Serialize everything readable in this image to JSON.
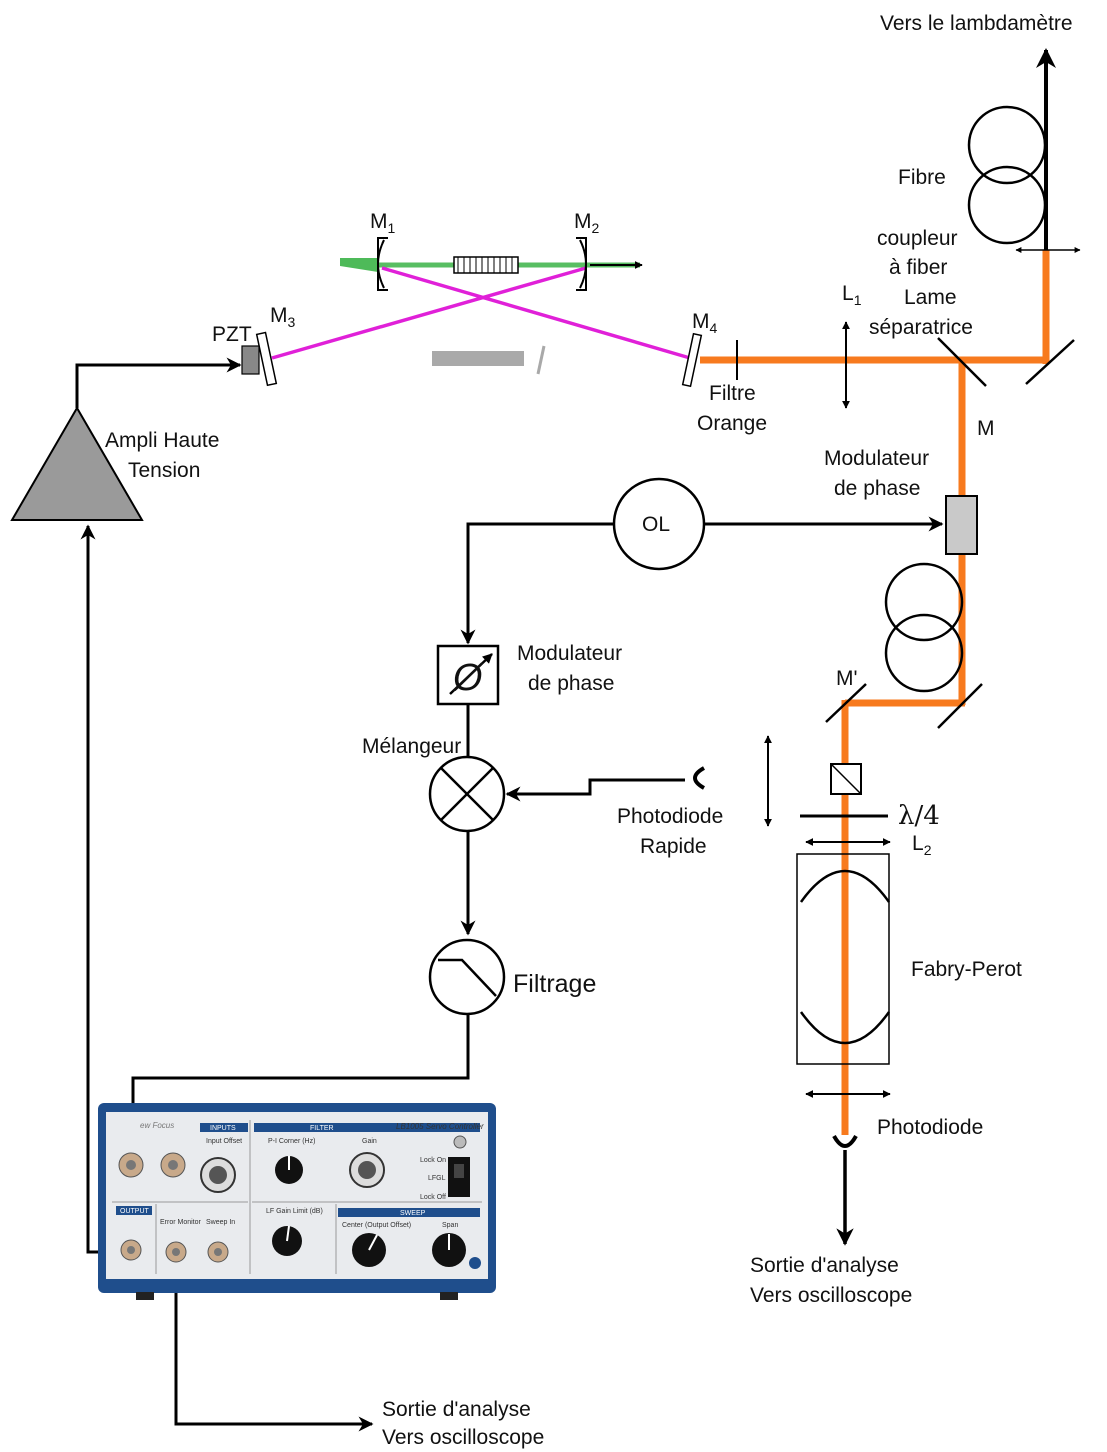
{
  "labels": {
    "lambdametre": "Vers le lambdamètre",
    "fibre": "Fibre",
    "coupleur_1": "coupleur",
    "coupleur_2": "à fiber",
    "l1_main": "L",
    "l1_sub": "1",
    "lame_1": "Lame",
    "lame_2": "séparatrice",
    "m1_main": "M",
    "m1_sub": "1",
    "m2_main": "M",
    "m2_sub": "2",
    "m3_main": "M",
    "m3_sub": "3",
    "m4_main": "M",
    "m4_sub": "4",
    "pzt": "PZT",
    "filtre_1": "Filtre",
    "filtre_2": "Orange",
    "m": "M",
    "ampli_1": "Ampli Haute",
    "ampli_2": "Tension",
    "modulateur_top_1": "Modulateur",
    "modulateur_top_2": "de phase",
    "ol": "OL",
    "modulateur_mid_1": "Modulateur",
    "modulateur_mid_2": "de phase",
    "phase_symbol": "Ø",
    "m_prime": "M'",
    "melangeur": "Mélangeur",
    "photodiode_rapide_1": "Photodiode",
    "photodiode_rapide_2": "Rapide",
    "lambda4": "λ/4",
    "l2_main": "L",
    "l2_sub": "2",
    "fabry_perot": "Fabry-Perot",
    "filtrage": "Filtrage",
    "photodiode": "Photodiode",
    "sortie_right_1": "Sortie d'analyse",
    "sortie_right_2": "Vers oscilloscope",
    "sortie_bottom_1": "Sortie d'analyse",
    "sortie_bottom_2": "Vers oscilloscope"
  },
  "device": {
    "brand": "ew Focus",
    "model": "LB1005 Servo Controller",
    "inputs": "INPUTS",
    "filter": "FILTER",
    "output": "OUTPUT",
    "sweep": "SWEEP",
    "input_offset": "Input Offset",
    "pi_corner": "P-I Corner (Hz)",
    "gain": "Gain",
    "lock_on": "Lock On",
    "lfgl": "LFGL",
    "lock_off": "Lock Off",
    "lf_gain_limit": "LF Gain Limit (dB)",
    "error_monitor": "Error Monitor",
    "sweep_in": "Sweep In",
    "center": "Center (Output Offset)",
    "span": "Span"
  },
  "colors": {
    "beam": "#f77a1e",
    "cavity_beam": "#e020d8",
    "green_beam": "#2fae3c",
    "device_frame": "#1f4e8c",
    "ampli_fill": "#9a9a9a"
  }
}
